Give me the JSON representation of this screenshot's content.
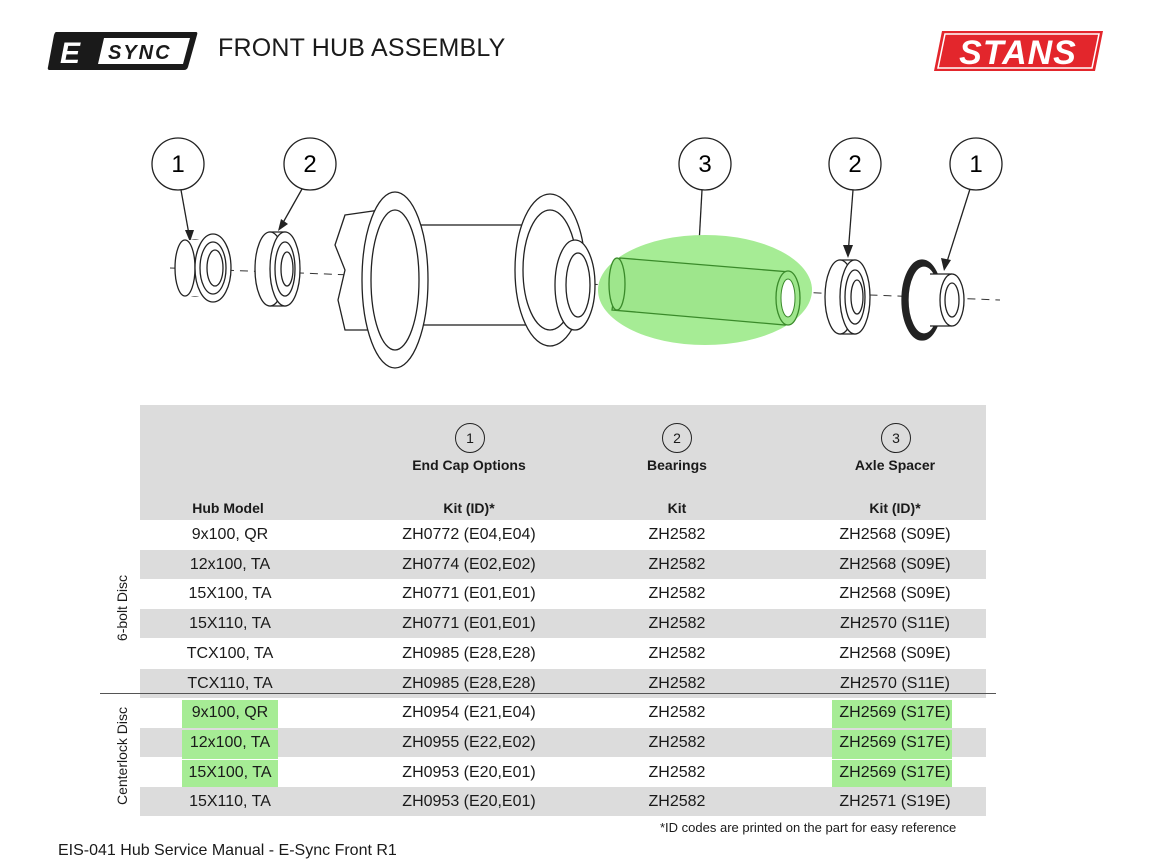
{
  "header": {
    "logo_text": "E-SYNC",
    "title": "FRONT HUB ASSEMBLY",
    "brand": "STANS"
  },
  "diagram": {
    "callouts": [
      "1",
      "2",
      "3",
      "2",
      "1"
    ]
  },
  "table": {
    "columns": [
      {
        "number": "",
        "name": "",
        "sub": "Hub Model"
      },
      {
        "number": "1",
        "name": "End Cap Options",
        "sub": "Kit  (ID)*"
      },
      {
        "number": "2",
        "name": "Bearings",
        "sub": "Kit"
      },
      {
        "number": "3",
        "name": "Axle Spacer",
        "sub": "Kit  (ID)*"
      }
    ],
    "groups": [
      "6-bolt Disc",
      "Centerlock Disc"
    ],
    "rows": [
      [
        "9x100, QR",
        "ZH0772 (E04,E04)",
        "ZH2582",
        "ZH2568 (S09E)"
      ],
      [
        "12x100, TA",
        "ZH0774 (E02,E02)",
        "ZH2582",
        "ZH2568 (S09E)"
      ],
      [
        "15X100, TA",
        "ZH0771 (E01,E01)",
        "ZH2582",
        "ZH2568 (S09E)"
      ],
      [
        "15X110, TA",
        "ZH0771 (E01,E01)",
        "ZH2582",
        "ZH2570 (S11E)"
      ],
      [
        "TCX100, TA",
        "ZH0985 (E28,E28)",
        "ZH2582",
        "ZH2568 (S09E)"
      ],
      [
        "TCX110, TA",
        "ZH0985 (E28,E28)",
        "ZH2582",
        "ZH2570 (S11E)"
      ],
      [
        "9x100, QR",
        "ZH0954 (E21,E04)",
        "ZH2582",
        "ZH2569 (S17E)"
      ],
      [
        "12x100, TA",
        "ZH0955 (E22,E02)",
        "ZH2582",
        "ZH2569 (S17E)"
      ],
      [
        "15X100, TA",
        "ZH0953 (E20,E01)",
        "ZH2582",
        "ZH2569 (S17E)"
      ],
      [
        "15X110, TA",
        "ZH0953 (E20,E01)",
        "ZH2582",
        "ZH2571 (S19E)"
      ]
    ],
    "highlighted_rows": [
      6,
      7,
      8
    ],
    "highlight_color": "#a6ec95"
  },
  "footnote": "*ID codes are printed on the part for easy reference",
  "footer": "EIS-041 Hub Service Manual - E-Sync Front R1",
  "colors": {
    "brand_red": "#e3262c",
    "highlight_green": "#a6ec95",
    "table_shade": "#dcdcdc"
  }
}
